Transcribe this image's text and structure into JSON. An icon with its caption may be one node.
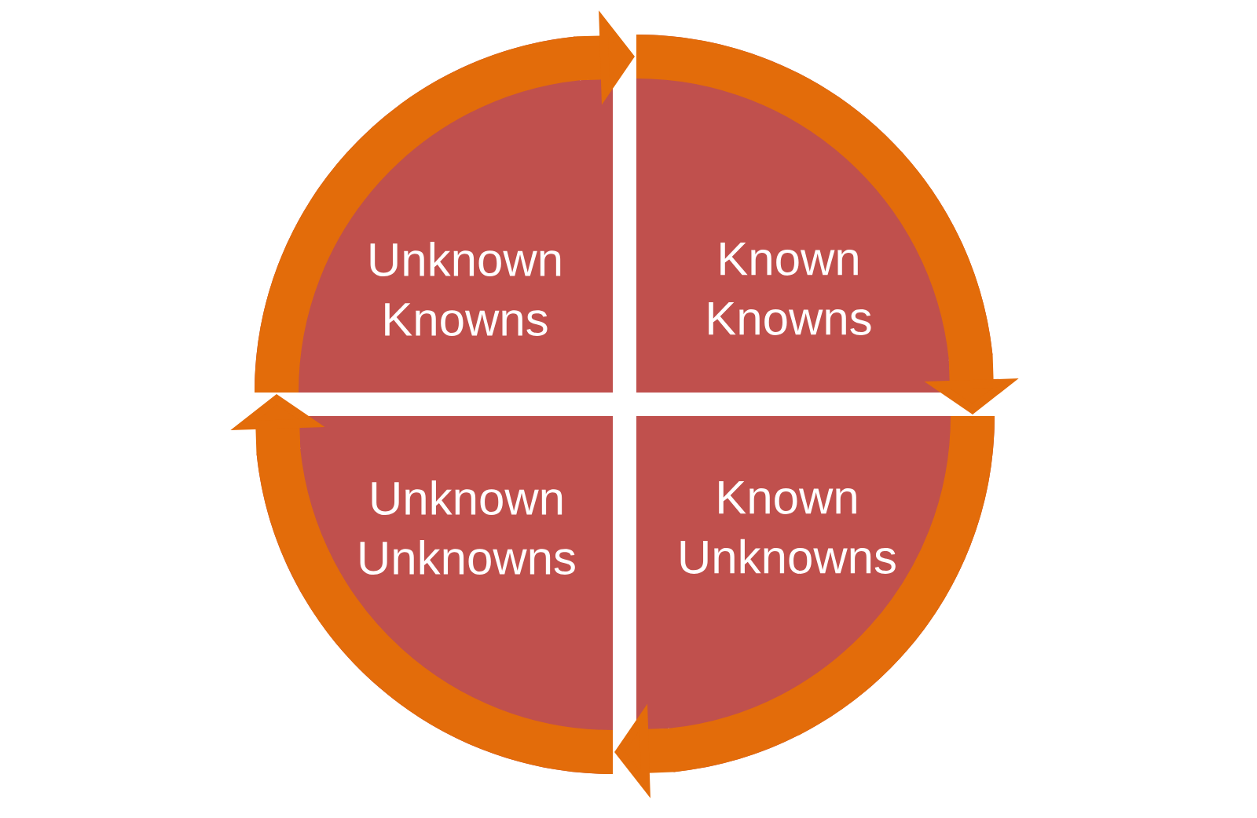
{
  "diagram": {
    "nodes": [
      {
        "text": [
          "Unknown Knowns"
        ]
      },
      {
        "text": [
          "Known Knowns"
        ]
      },
      {
        "text": [
          "Unknown Unknowns"
        ]
      },
      {
        "text": [
          "Known Unknowns"
        ]
      }
    ],
    "edges": [
      {
        "from": 0,
        "to": 1,
        "arrow": "to"
      },
      {
        "from": 1,
        "to": 3,
        "arrow": "to"
      },
      {
        "from": 3,
        "to": 2,
        "arrow": "to"
      },
      {
        "from": 2,
        "to": 0,
        "arrow": "to"
      }
    ]
  }
}
